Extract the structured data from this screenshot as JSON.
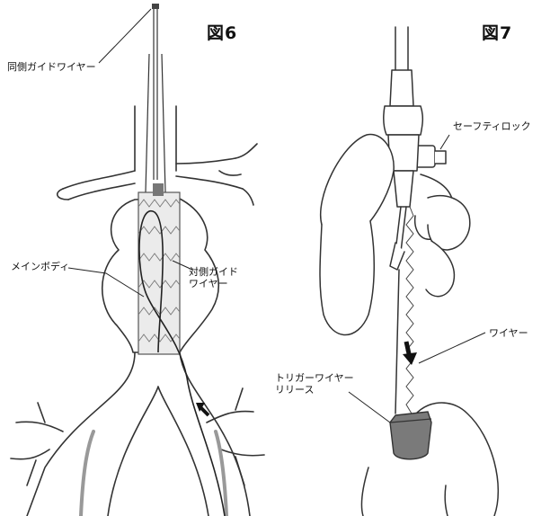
{
  "figure6": {
    "title": "図6",
    "labels": {
      "ipsilateral_guidewire": "同側ガイドワイヤー",
      "main_body": "メインボディ",
      "contralateral_guidewire_line1": "対側ガイド",
      "contralateral_guidewire_line2": "ワイヤー"
    }
  },
  "figure7": {
    "title": "図7",
    "labels": {
      "safety_lock": "セーフティロック",
      "wire": "ワイヤー",
      "trigger_wire_release_line1": "トリガーワイヤー",
      "trigger_wire_release_line2": "リリース"
    }
  }
}
